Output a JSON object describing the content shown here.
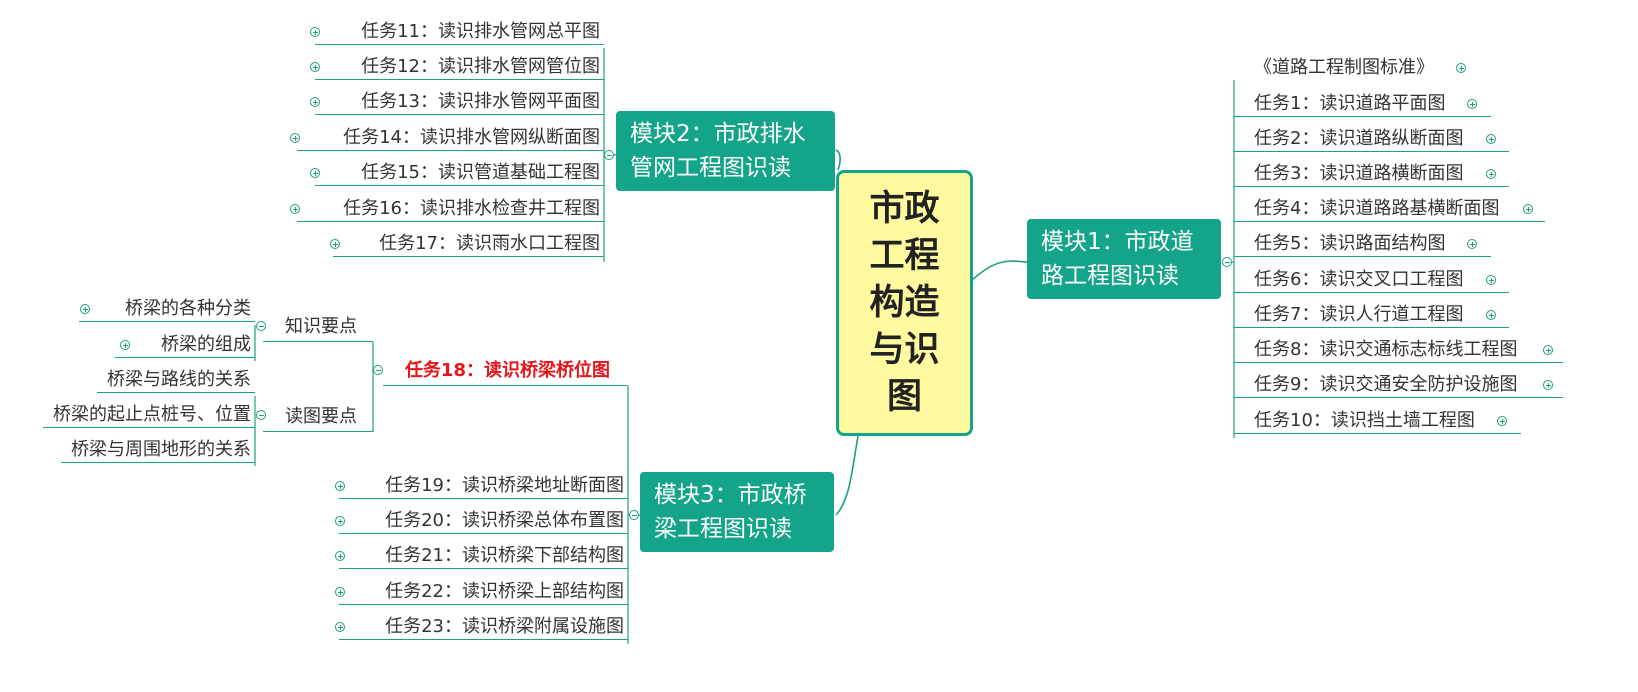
{
  "root": {
    "title": "市政工程构造与识图"
  },
  "module1": {
    "title": "模块1：市政道路工程图识读",
    "items": [
      "《道路工程制图标准》",
      "任务1：读识道路平面图",
      "任务2：读识道路纵断面图",
      "任务3：读识道路横断面图",
      "任务4：读识道路路基横断面图",
      "任务5：读识路面结构图",
      "任务6：读识交叉口工程图",
      "任务7：读识人行道工程图",
      "任务8：读识交通标志标线工程图",
      "任务9：读识交通安全防护设施图",
      "任务10：读识挡土墙工程图"
    ]
  },
  "module2": {
    "title": "模块2：市政排水管网工程图识读",
    "items": [
      "任务11：读识排水管网总平图",
      "任务12：读识排水管网管位图",
      "任务13：读识排水管网平面图",
      "任务14：读识排水管网纵断面图",
      "任务15：读识管道基础工程图",
      "任务16：读识排水检查井工程图",
      "任务17：读识雨水口工程图"
    ]
  },
  "module3": {
    "title": "模块3：市政桥梁工程图识读",
    "task18": {
      "title": "任务18：读识桥梁桥位图",
      "knowledge": {
        "title": "知识要点",
        "items": [
          "桥梁的各种分类",
          "桥梁的组成"
        ]
      },
      "reading": {
        "title": "读图要点",
        "items": [
          "桥梁与路线的关系",
          "桥梁的起止点桩号、位置",
          "桥梁与周围地形的关系"
        ]
      }
    },
    "items": [
      "任务19：读识桥梁地址断面图",
      "任务20：读识桥梁总体布置图",
      "任务21：读识桥梁下部结构图",
      "任务22：读识桥梁上部结构图",
      "任务23：读识桥梁附属设施图"
    ]
  },
  "colors": {
    "branch": "#14a48a",
    "root_fill": "#fff9a0",
    "highlight": "#e8141c",
    "text": "#333333"
  }
}
